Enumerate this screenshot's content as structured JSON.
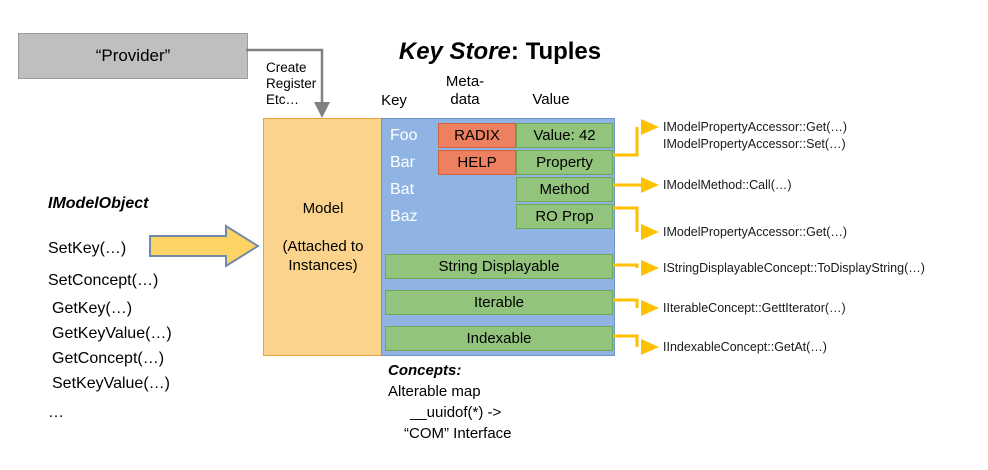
{
  "diagram": {
    "title_emphasis": "Key Store",
    "title_rest": ": Tuples"
  },
  "provider": {
    "label": "“Provider”"
  },
  "create_connector": {
    "line1": "Create",
    "line2": "Register",
    "line3": "Etc…"
  },
  "columns": {
    "key": "Key",
    "metadata_line1": "Meta-",
    "metadata_line2": "data",
    "value": "Value"
  },
  "model_box": {
    "title": "Model",
    "sub_line1": "(Attached to",
    "sub_line2": "Instances)"
  },
  "keystore": {
    "keys": [
      "Foo",
      "Bar",
      "Bat",
      "Baz"
    ],
    "metadata": [
      "RADIX",
      "HELP"
    ],
    "values": [
      "Value: 42",
      "Property",
      "Method",
      "RO Prop"
    ],
    "concept_bars": [
      "String Displayable",
      "Iterable",
      "Indexable"
    ]
  },
  "api_labels": {
    "property_get": "IModelPropertyAccessor::Get(…)",
    "property_set": "IModelPropertyAccessor::Set(…)",
    "method_call": "IModelMethod::Call(…)",
    "roprop_get": "IModelPropertyAccessor::Get(…)",
    "string_displayable": "IStringDisplayableConcept::ToDisplayString(…)",
    "iterable": "IIterableConcept::GettIterator(…)",
    "indexable": "IIndexableConcept::GetAt(…)"
  },
  "concepts_note": {
    "header": "Concepts:",
    "line1": "Alterable map",
    "line2": "__uuidof(*) ->",
    "line3": "“COM” Interface"
  },
  "imodelobject": {
    "title": "IModelObject",
    "group_a": [
      "SetKey(…)",
      "SetConcept(…)"
    ],
    "group_b": [
      "GetKey(…)",
      "GetKeyValue(…)",
      "GetConcept(…)",
      "SetKeyValue(…)"
    ],
    "ellipsis": "…"
  },
  "colors": {
    "provider_fill": "#BFBFBF",
    "model_fill": "#FBD38D",
    "keystore_blue": "#8FB4E3",
    "metadata_salmon": "#ED8060",
    "value_green": "#92C47D",
    "arrow_yellow": "#FFC000",
    "block_arrow_fill": "#FCD364",
    "connector_gray": "#808080"
  }
}
